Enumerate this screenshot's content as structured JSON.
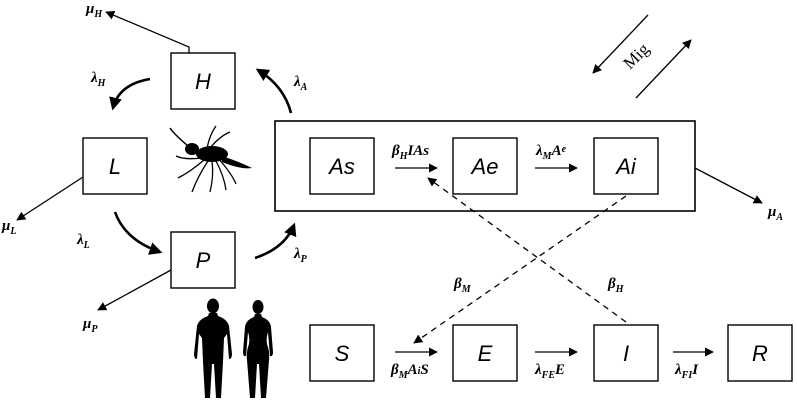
{
  "compartments": {
    "H": "H",
    "L": "L",
    "P": "P",
    "As": "As",
    "Ae": "Ae",
    "Ai": "Ai",
    "S": "S",
    "E": "E",
    "I": "I",
    "R": "R"
  },
  "rates": {
    "mu_H": {
      "sym": "μ",
      "sub": "H"
    },
    "lambda_H": {
      "sym": "λ",
      "sub": "H"
    },
    "lambda_A": {
      "sym": "λ",
      "sub": "A"
    },
    "mu_L": {
      "sym": "μ",
      "sub": "L"
    },
    "lambda_L": {
      "sym": "λ",
      "sub": "L"
    },
    "lambda_P": {
      "sym": "λ",
      "sub": "P"
    },
    "mu_P": {
      "sym": "μ",
      "sub": "P"
    },
    "mu_A": {
      "sym": "μ",
      "sub": "A"
    },
    "beta_M": {
      "sym": "β",
      "sub": "M"
    },
    "beta_H": {
      "sym": "β",
      "sub": "H"
    },
    "beta_H_IAs": {
      "sym": "β",
      "sub": "H",
      "rest": "IAs"
    },
    "lambda_M_Ae": {
      "sym": "λ",
      "sub": "M",
      "rest": "A",
      "rest_sub": "e"
    },
    "beta_M_AiS": {
      "sym": "β",
      "sub": "M",
      "rest": "A",
      "rest_sub": "i",
      "rest2": "S"
    },
    "lambda_FE_E": {
      "sym": "λ",
      "sub": "FE",
      "rest": "E"
    },
    "lambda_FI_I": {
      "sym": "λ",
      "sub": "FI",
      "rest": "I"
    }
  },
  "migration_label": "Mig",
  "icons": {
    "mosquito": "mosquito-icon",
    "humans": "human-silhouettes-icon"
  }
}
